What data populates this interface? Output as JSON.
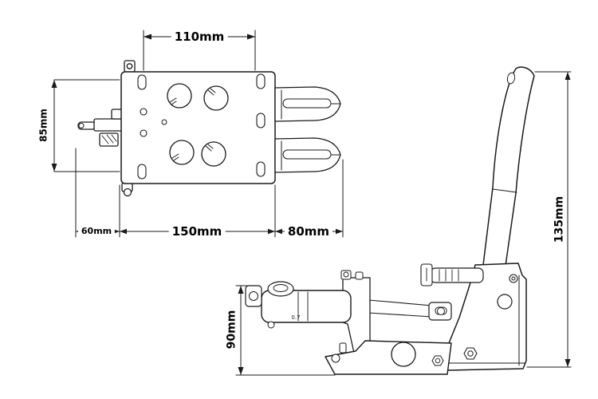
{
  "dimensions": {
    "top_width": "110mm",
    "left_height": "85mm",
    "offset_60": "60mm",
    "length_150": "150mm",
    "extension_80": "80mm",
    "lever_height": "135mm",
    "cylinder_height": "90mm"
  },
  "markings": {
    "cylinder_bore": "0.7"
  }
}
